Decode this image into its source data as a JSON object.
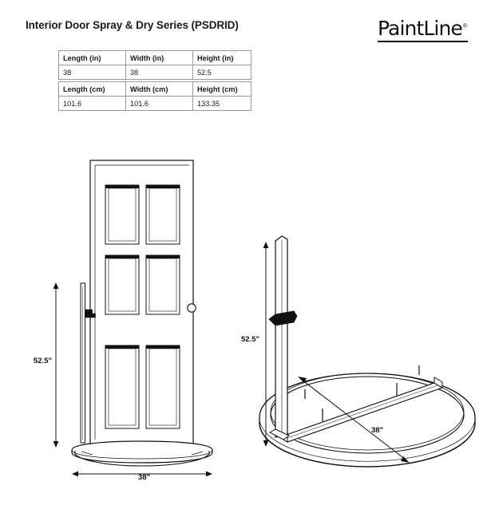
{
  "header": {
    "title": "Interior Door Spray & Dry Series (PSDRID)",
    "logo_text": "PaintLine",
    "logo_tm": "®"
  },
  "spec_table": {
    "rows_in": {
      "headers": [
        "Length (in)",
        "Width (in)",
        "Height (in)"
      ],
      "values": [
        "38",
        "38",
        "52.5"
      ]
    },
    "rows_cm": {
      "headers": [
        "Length (cm)",
        "Width (cm)",
        "Height (cm)"
      ],
      "values": [
        "101.6",
        "101.6",
        "133.35"
      ]
    }
  },
  "drawings": {
    "left": {
      "name": "front-elevation-door-on-rack",
      "height_label": "52.5\"",
      "width_label": "38\""
    },
    "right": {
      "name": "perspective-base-and-post",
      "height_label": "52.5\"",
      "diameter_label": "38\""
    }
  },
  "colors": {
    "line": "#111111",
    "table_border": "#9a9a9a",
    "background": "#ffffff"
  }
}
